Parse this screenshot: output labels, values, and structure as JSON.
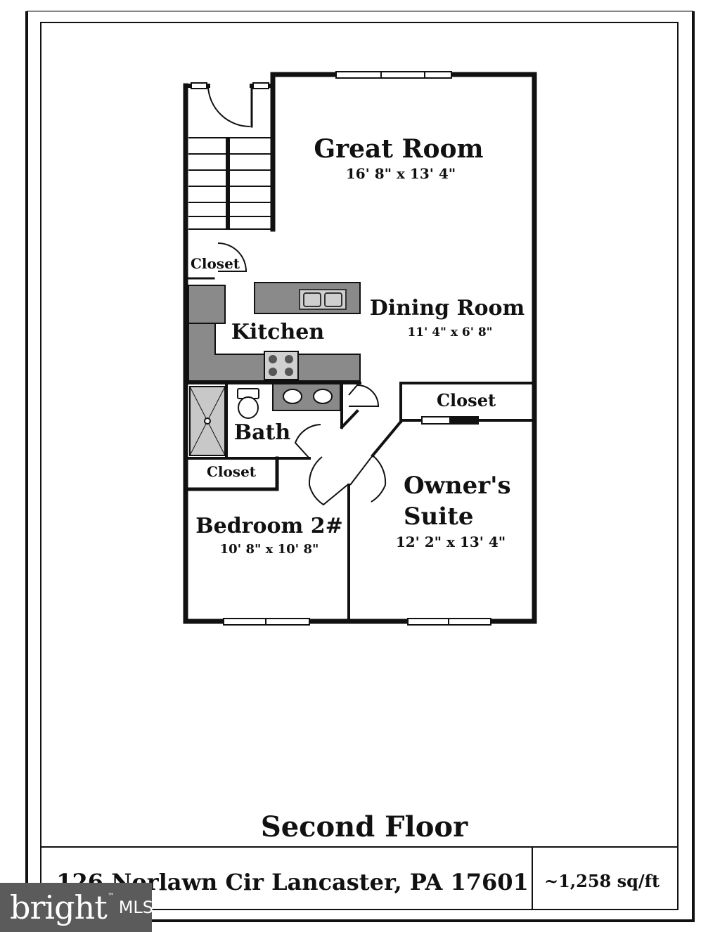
{
  "rooms": {
    "great_room": {
      "name": "Great Room",
      "dims": "16' 8\" x 13' 4\""
    },
    "dining_room": {
      "name": "Dining Room",
      "dims": "11' 4\" x 6' 8\""
    },
    "kitchen": {
      "name": "Kitchen"
    },
    "bath": {
      "name": "Bath"
    },
    "owners_suite": {
      "name_line1": "Owner's",
      "name_line2": "Suite",
      "dims": "12' 2\" x 13' 4\""
    },
    "bedroom2": {
      "name": "Bedroom 2#",
      "dims": "10' 8\" x 10' 8\""
    },
    "closets": [
      "Closet",
      "Closet",
      "Closet"
    ]
  },
  "floor_title": "Second Floor",
  "address": "126 Norlawn Cir Lancaster, PA 17601",
  "area": "~1,258 sq/ft",
  "badge": {
    "brand": "bright",
    "suffix": "MLS",
    "tm": "™"
  },
  "colors": {
    "wall": "#111111",
    "counter": "#8a8a8a",
    "badge_bg": "#5b5b5b"
  }
}
